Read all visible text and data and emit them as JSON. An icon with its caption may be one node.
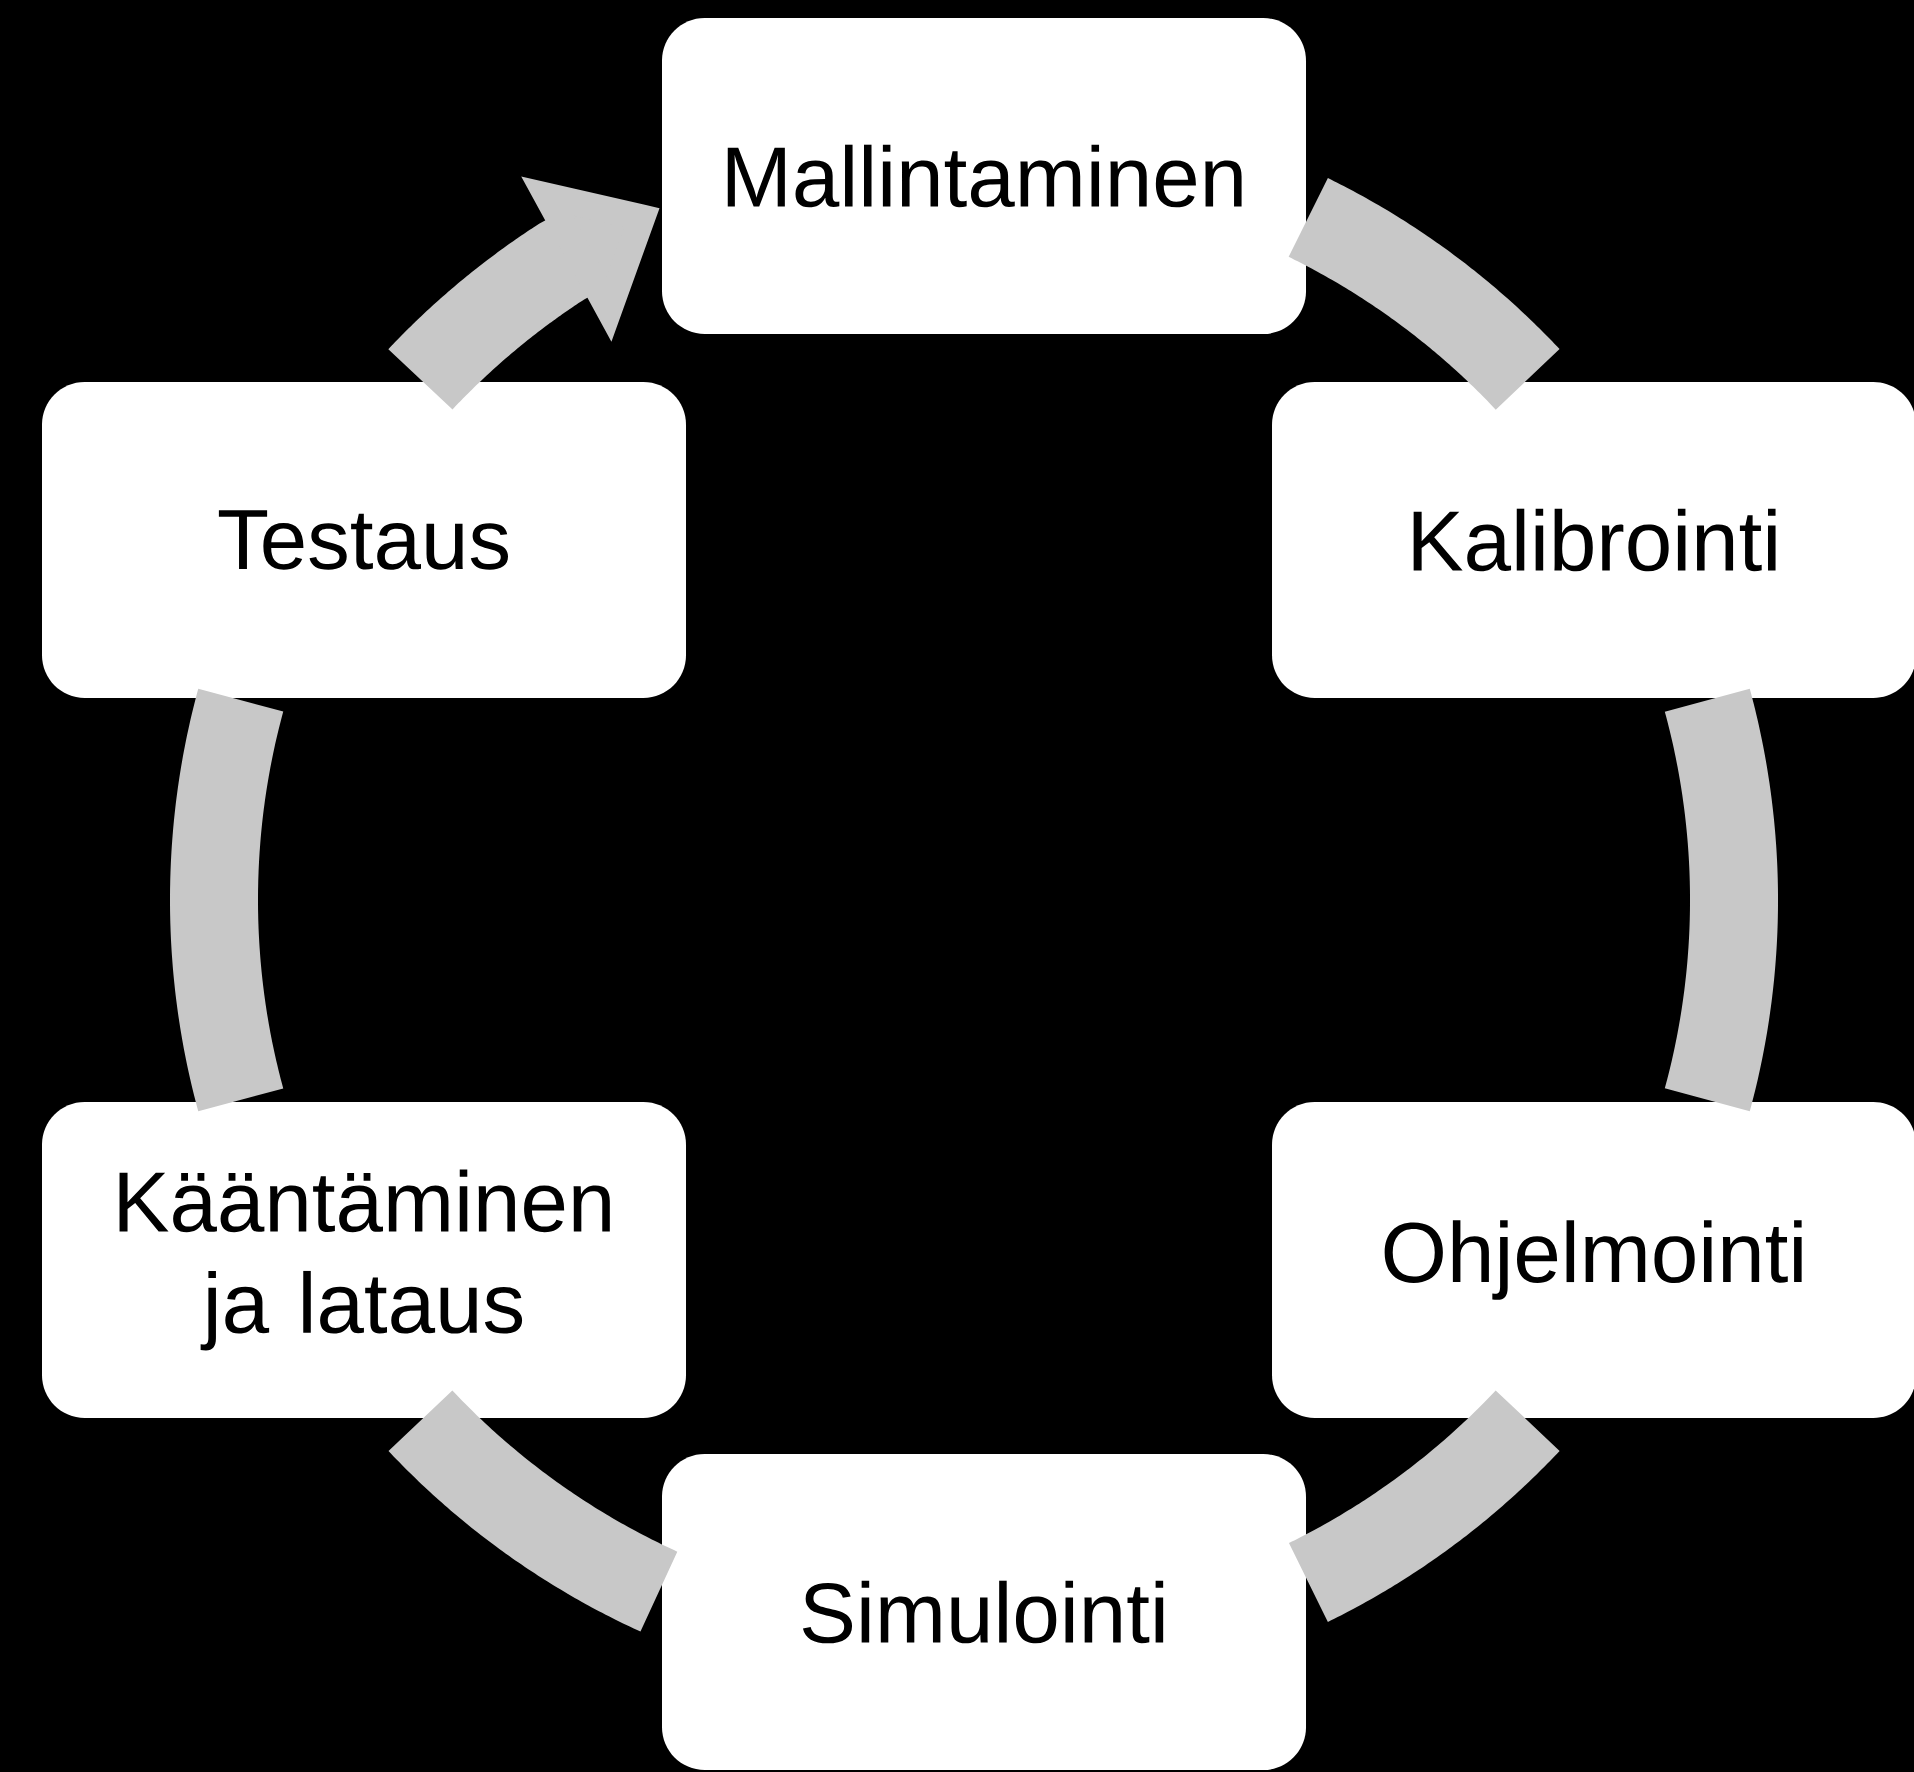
{
  "diagram": {
    "nodes": [
      {
        "text": [
          "Mallintaminen"
        ]
      },
      {
        "text": [
          "Kalibrointi"
        ]
      },
      {
        "text": [
          "Ohjelmointi"
        ]
      },
      {
        "text": [
          "Simulointi"
        ]
      },
      {
        "text": [
          "Kääntäminen ja lataus"
        ]
      },
      {
        "text": [
          "Testaus"
        ]
      }
    ],
    "edges": [
      {
        "from": 0,
        "to": 1,
        "arrow": "none"
      },
      {
        "from": 1,
        "to": 2,
        "arrow": "none"
      },
      {
        "from": 2,
        "to": 3,
        "arrow": "none"
      },
      {
        "from": 3,
        "to": 4,
        "arrow": "none"
      },
      {
        "from": 4,
        "to": 5,
        "arrow": "none"
      },
      {
        "from": 5,
        "to": 0,
        "arrow": "to"
      }
    ]
  }
}
